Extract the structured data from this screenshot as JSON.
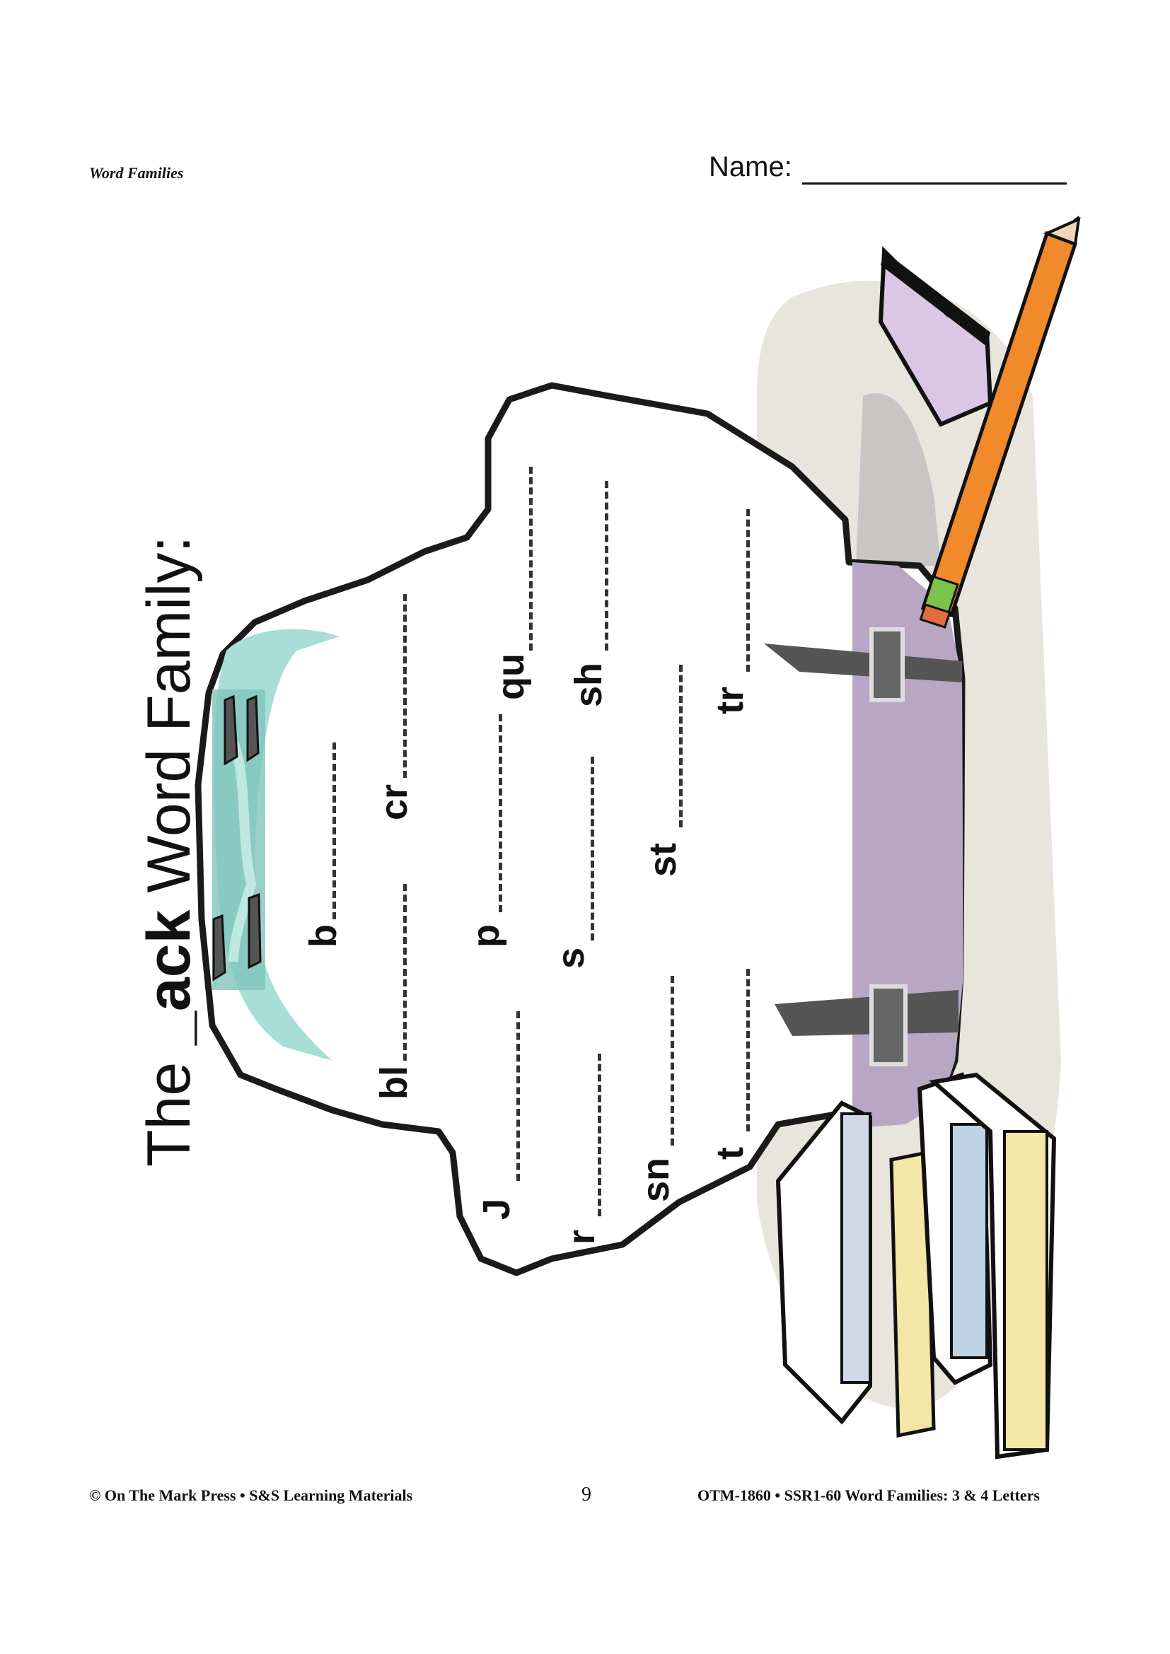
{
  "header": {
    "left": "Word Families",
    "name_label": "Name:"
  },
  "title": {
    "prefix": "The ",
    "suffix": "_ack",
    "rest": " Word Family:"
  },
  "word_starts": [
    "b",
    "bl",
    "cr",
    "p",
    "qu",
    "J",
    "r",
    "s",
    "sh",
    "sn",
    "st",
    "t",
    "tr"
  ],
  "footer": {
    "left": "© On The Mark Press • S&S Learning Materials",
    "page": "9",
    "right": "OTM-1860 • SSR1-60 Word Families:  3 & 4 Letters"
  },
  "colors": {
    "backpack_outline": "#1a1a1a",
    "pocket": "#b8a6c4",
    "window": "#a9ddd7",
    "shadow": "#e8e5dc",
    "eraser": "#dcc6e6",
    "pencil": "#f08a2a"
  }
}
